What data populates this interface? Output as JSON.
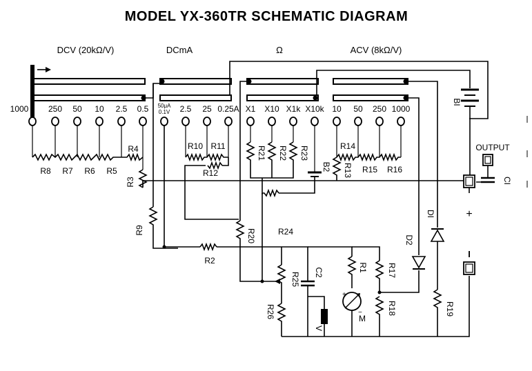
{
  "title": "MODEL  YX-360TR  SCHEMATIC  DIAGRAM",
  "section_labels": {
    "dcv": "DCV (20kΩ/V)",
    "dcma": "DCmA",
    "ohm": "Ω",
    "acv": "ACV (8kΩ/V)"
  },
  "range_labels": {
    "dcv": [
      "1000",
      "250",
      "50",
      "10",
      "2.5",
      "0.5"
    ],
    "dcma_small": [
      "50μA",
      "0.1V"
    ],
    "dcma": [
      "2.5",
      "25",
      "0.25A"
    ],
    "ohm": [
      "X1",
      "X10",
      "X1k",
      "X10k"
    ],
    "acv": [
      "10",
      "50",
      "250",
      "1000"
    ]
  },
  "components": {
    "R1": "R1",
    "R2": "R2",
    "R3": "R3",
    "R4": "R4",
    "R5": "R5",
    "R6": "R6",
    "R7": "R7",
    "R8": "R8",
    "R9": "R9",
    "R10": "R10",
    "R11": "R11",
    "R12": "R12",
    "R13": "R13",
    "R14": "R14",
    "R15": "R15",
    "R16": "R16",
    "R17": "R17",
    "R18": "R18",
    "R19": "R19",
    "R20": "R20",
    "R21": "R21",
    "R22": "R22",
    "R23": "R23",
    "R24": "R24",
    "R25": "R25",
    "R26": "R26",
    "B1": "BI",
    "B2": "B2",
    "C1": "CI",
    "C2": "C2",
    "D1": "DI",
    "D2": "D2",
    "M": "M",
    "V": "V"
  },
  "terminals": {
    "output": "OUTPUT",
    "plus": "+",
    "minus": "I"
  },
  "meter_signs": {
    "plus": "+",
    "minus": "−"
  }
}
